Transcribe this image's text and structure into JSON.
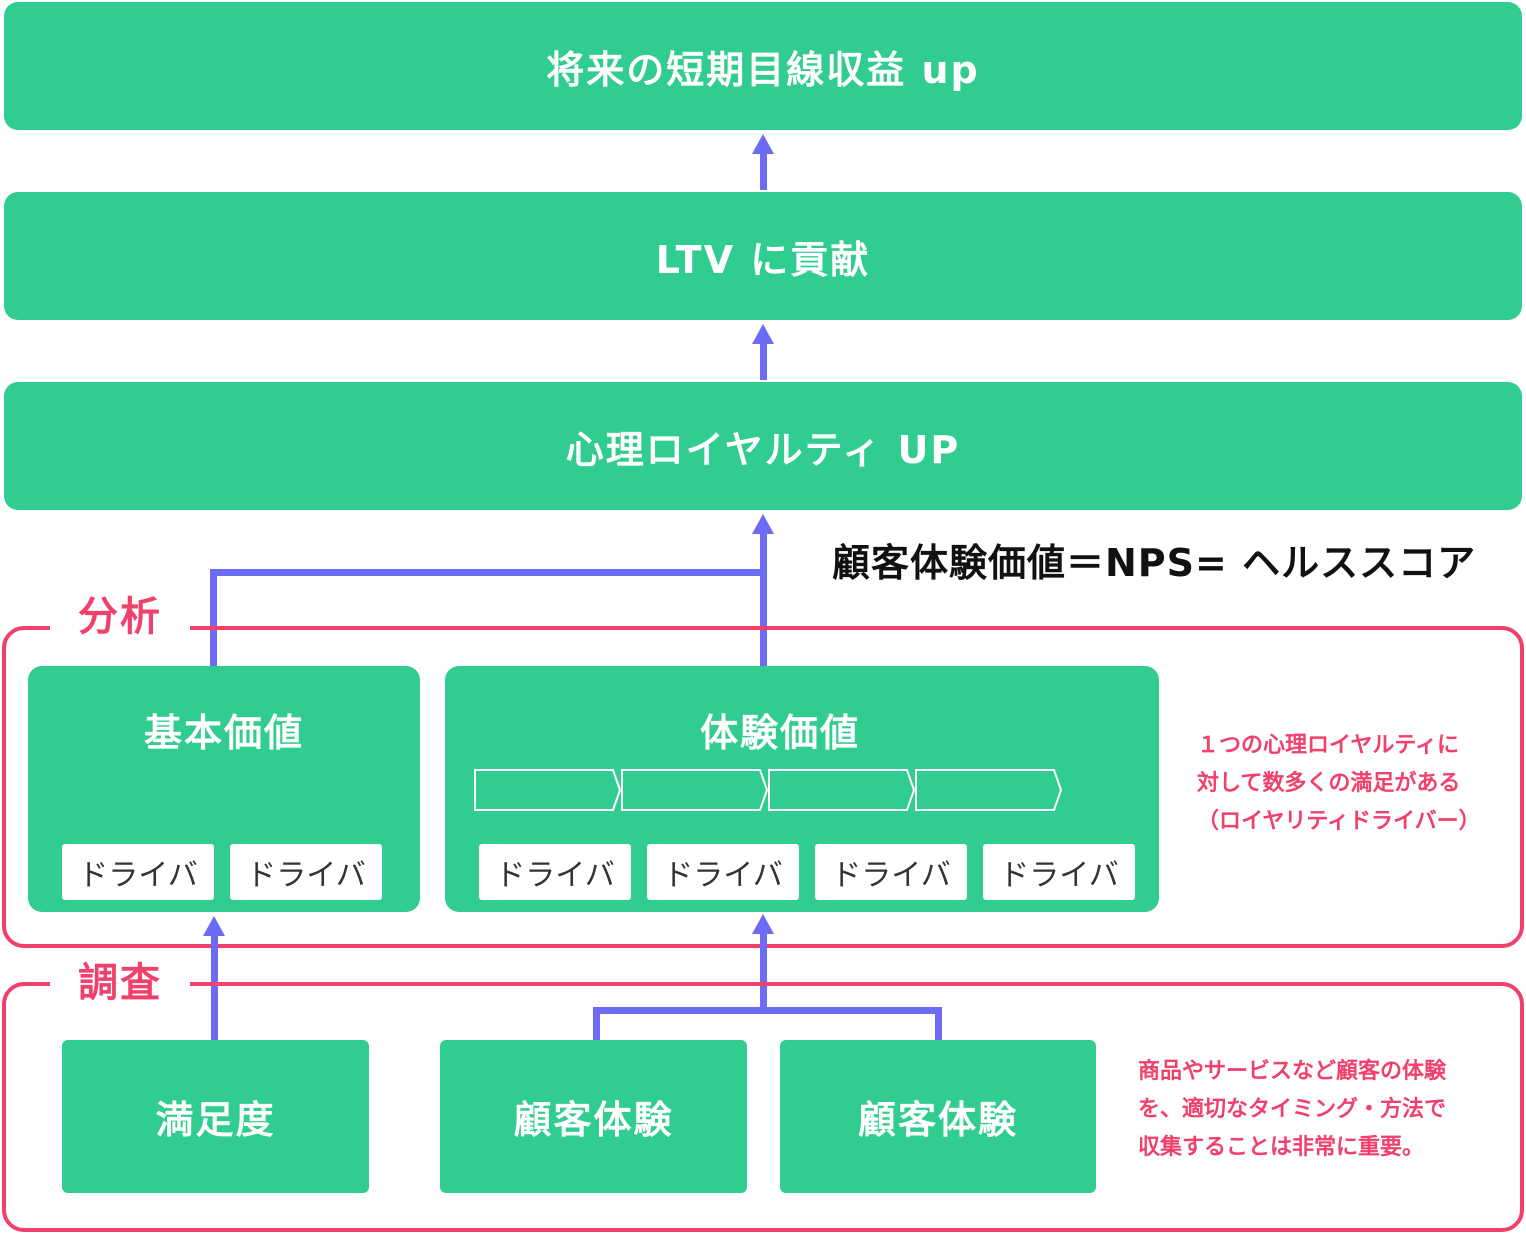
{
  "outcomes": {
    "revenue": "将来の短期目線収益 up",
    "ltv": "LTV に貢献",
    "loyalty": "心理ロイヤルティ UP"
  },
  "nps_label": "顧客体験価値＝NPS= ヘルススコア",
  "analysis": {
    "label": "分析",
    "basic_value": {
      "title": "基本価値",
      "drivers": [
        "ドライバ",
        "ドライバ"
      ]
    },
    "experience_value": {
      "title": "体験価値",
      "drivers": [
        "ドライバ",
        "ドライバ",
        "ドライバ",
        "ドライバ"
      ]
    },
    "note": [
      "１つの心理ロイヤルティに",
      "対して数多くの満足がある",
      "（ロイヤリティドライバー）"
    ]
  },
  "survey": {
    "label": "調査",
    "items": [
      "満足度",
      "顧客体験",
      "顧客体験"
    ],
    "note": [
      "商品やサービスなど顧客の体験",
      "を、適切なタイミング・方法で",
      "収集することは非常に重要。"
    ]
  },
  "colors": {
    "green": "#31cc90",
    "pink": "#f0406c",
    "arrow": "#6b6bf5"
  }
}
